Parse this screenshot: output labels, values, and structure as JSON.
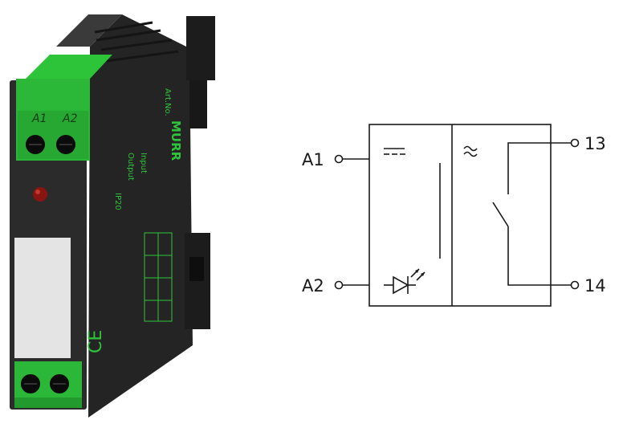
{
  "product": {
    "brand": "MURR",
    "terminal_labels": [
      "A1",
      "A2"
    ],
    "led_color": "#8a1410",
    "housing_color": "#2b2b2b",
    "terminal_color": "#2ec43a",
    "markings": [
      "Art.No.",
      "Input",
      "Output",
      "IP20"
    ]
  },
  "diagram": {
    "terminals": {
      "a1": "A1",
      "a2": "A2",
      "t13": "13",
      "t14": "14"
    },
    "input_symbol": "⎓",
    "output_symbol": "≈"
  }
}
